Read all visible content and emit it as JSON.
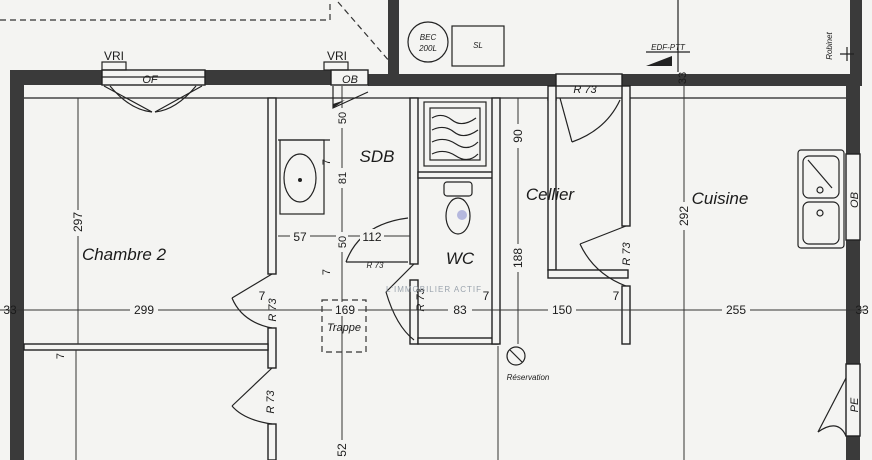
{
  "rooms": {
    "chambre": "Chambre 2",
    "sdb": "SDB",
    "wc": "WC",
    "cellier": "Cellier",
    "cuisine": "Cuisine"
  },
  "windows": {
    "vri_left": "VRI",
    "vri_right": "VRI",
    "of": "OF",
    "ob_top": "OB",
    "ob_kitchen": "OB",
    "pe": "PE"
  },
  "fixtures": {
    "bec": "BEC",
    "bec_capacity": "200L",
    "sl": "SL",
    "edf": "EDF-PTT",
    "robinet": "Robinet",
    "trappe": "Trappe",
    "reservation": "Réservation"
  },
  "doors": {
    "cellier_top": "R 73",
    "cellier_side": "R 73",
    "wc": "R 73",
    "sdb": "R 73",
    "chambre": "R 73",
    "lower": "R 73"
  },
  "dimensions": {
    "chambre_height": "297",
    "chambre_width": "299",
    "sdb_81": "81",
    "sdb_50a": "50",
    "sdb_50b": "50",
    "sdb_57": "57",
    "sdb_112": "112",
    "sdb_7a": "7",
    "sdb_7b": "7",
    "sdb_169": "169",
    "door_7_left": "7",
    "door_7_lower": "7",
    "wc_83": "83",
    "wc_7": "7",
    "cellier_90": "90",
    "cellier_188": "188",
    "cellier_150": "150",
    "cellier_7": "7",
    "cuisine_292": "292",
    "cuisine_255": "255",
    "cuisine_33": "33",
    "bottom_52": "52",
    "left_33": "33",
    "right_33": "33"
  },
  "watermark": "L'IMMOBILIER ACTIF"
}
